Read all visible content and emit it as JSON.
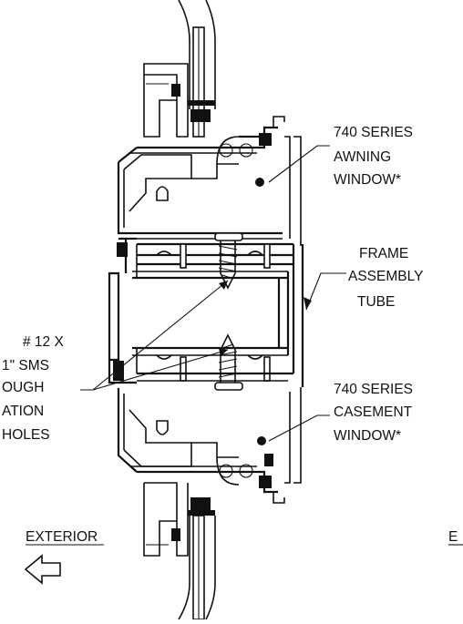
{
  "labels": {
    "awning": [
      "740 SERIES",
      "AWNING",
      "WINDOW*"
    ],
    "frame": [
      "FRAME",
      "ASSEMBLY",
      "TUBE"
    ],
    "casement": [
      "740 SERIES",
      "CASEMENT",
      "WINDOW*"
    ],
    "screw": [
      "# 12 X",
      "1\" SMS",
      "OUGH",
      "ATION",
      "HOLES"
    ],
    "exterior": "EXTERIOR",
    "interior_partial": "E"
  },
  "colors": {
    "ink": "#111111",
    "background": "#ffffff"
  },
  "icons": {
    "exterior_arrow": "arrow-left-outline-icon"
  }
}
